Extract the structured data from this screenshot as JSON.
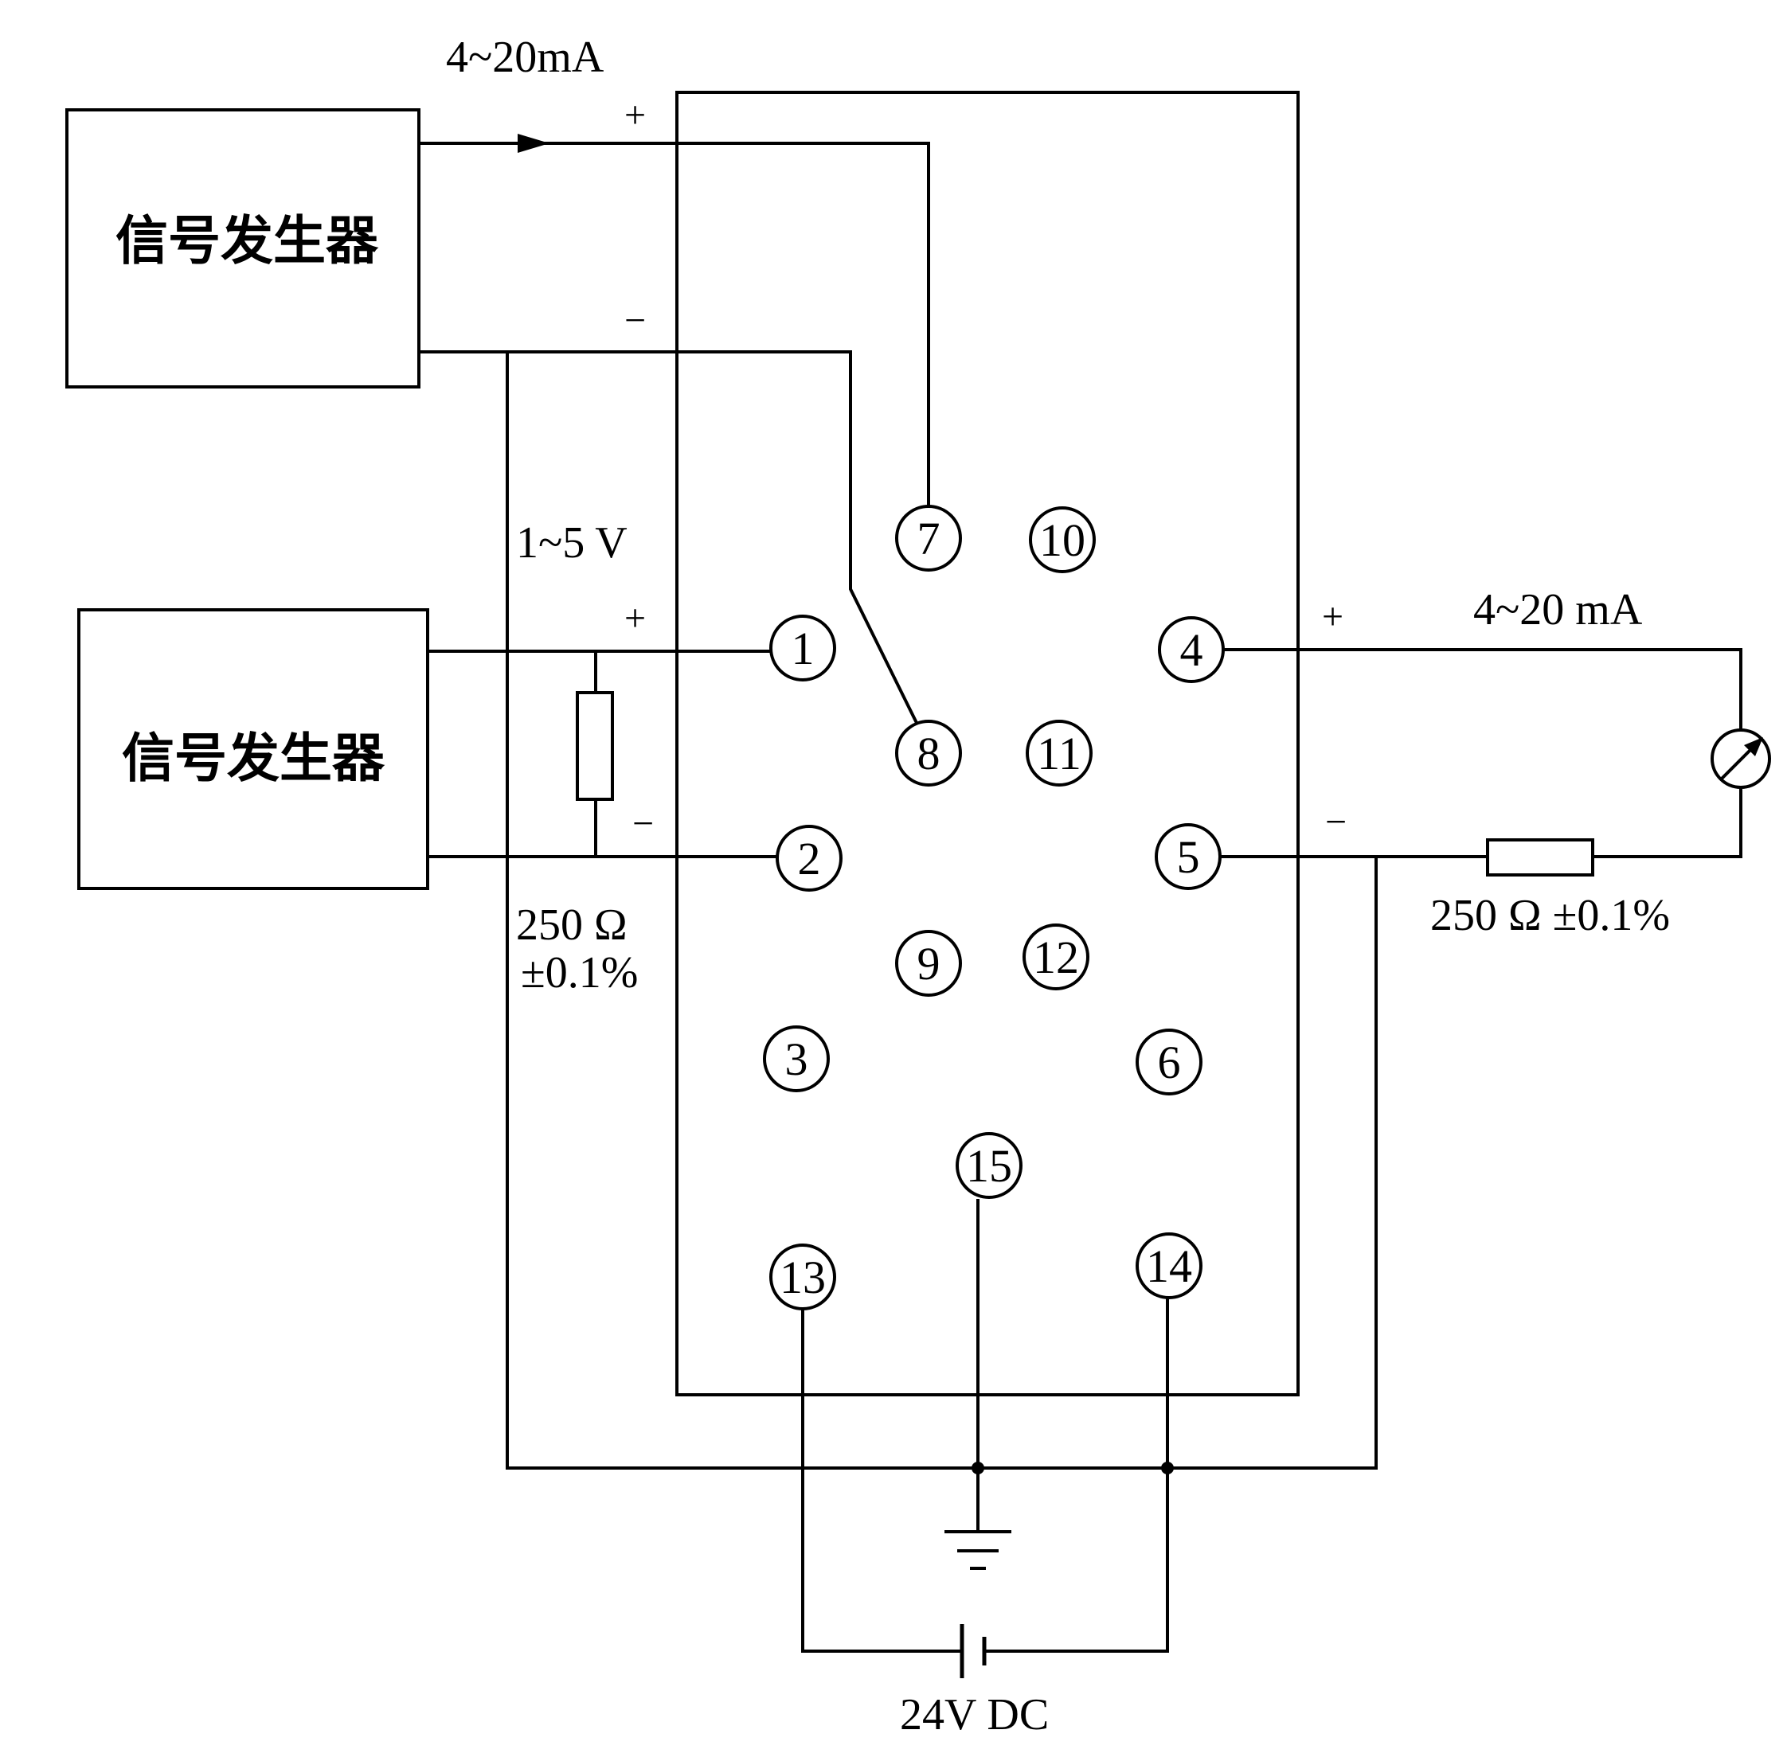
{
  "generators": [
    {
      "id": "gen-top",
      "label": "信号发生器"
    },
    {
      "id": "gen-bottom",
      "label": "信号发生器"
    }
  ],
  "labels": {
    "top_current": "4~20mA",
    "top_plus": "+",
    "top_minus": "−",
    "voltage": "1~5  V",
    "left_plus": "+",
    "left_minus": "−",
    "left_resistor_value": "250  Ω",
    "left_resistor_tol": "±0.1%",
    "right_plus": "+",
    "right_minus": "−",
    "right_current": "4~20 mA",
    "right_resistor": "250 Ω  ±0.1%",
    "supply": "24V DC"
  },
  "terminals": [
    {
      "n": "1"
    },
    {
      "n": "2"
    },
    {
      "n": "3"
    },
    {
      "n": "4"
    },
    {
      "n": "5"
    },
    {
      "n": "6"
    },
    {
      "n": "7"
    },
    {
      "n": "8"
    },
    {
      "n": "9"
    },
    {
      "n": "10"
    },
    {
      "n": "11"
    },
    {
      "n": "12"
    },
    {
      "n": "13"
    },
    {
      "n": "14"
    },
    {
      "n": "15"
    }
  ]
}
